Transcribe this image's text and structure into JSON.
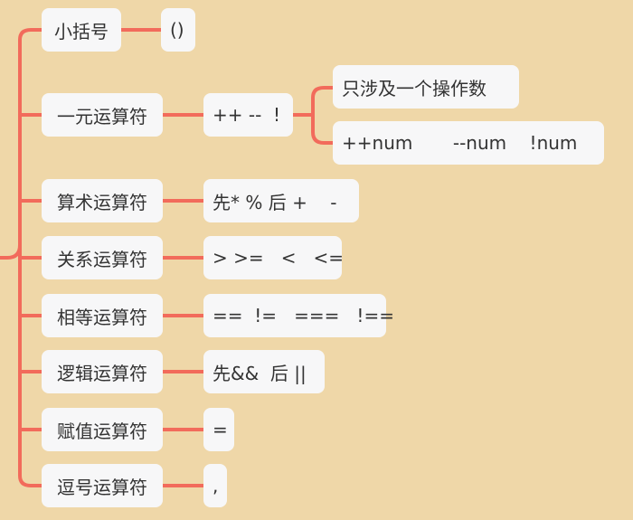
{
  "colors": {
    "background": "#efd7a8",
    "connector": "#f26b5b",
    "node": "#f7f7f8",
    "text": "#333333"
  },
  "rows": [
    {
      "category": "小括号",
      "value": "()"
    },
    {
      "category": "一元运算符",
      "value": "++ --  !",
      "children": [
        "只涉及一个操作数",
        "++num       --num    !num"
      ]
    },
    {
      "category": "算术运算符",
      "value": "先* % 后 +    -"
    },
    {
      "category": "关系运算符",
      "value": "> >=   <   <="
    },
    {
      "category": "相等运算符",
      "value": "==  !=   ===   !=="
    },
    {
      "category": "逻辑运算符",
      "value": "先&&  后 ||"
    },
    {
      "category": "赋值运算符",
      "value": "="
    },
    {
      "category": "逗号运算符",
      "value": ","
    }
  ]
}
